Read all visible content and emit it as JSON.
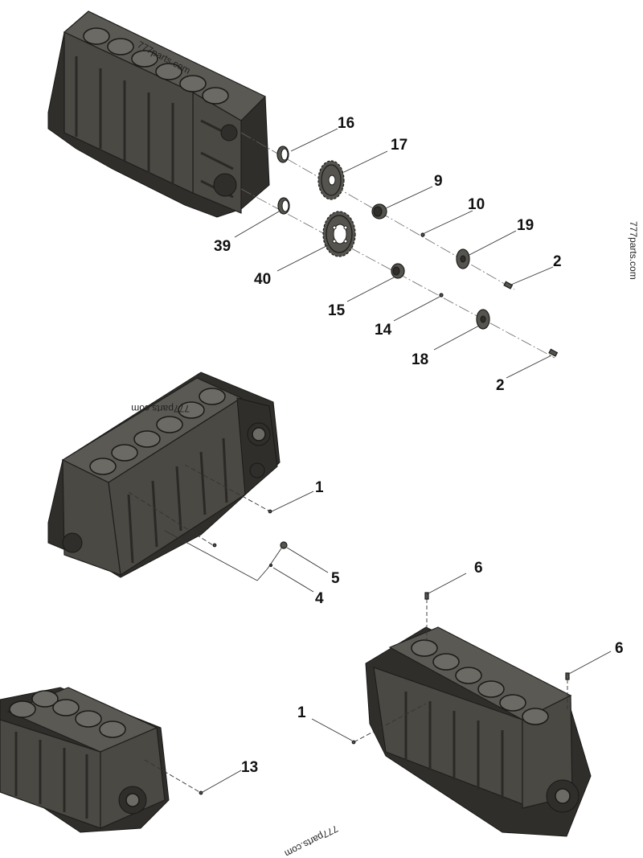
{
  "watermark_text": "777parts.com",
  "colors": {
    "block_body": "#4a4944",
    "block_dark": "#2f2e2b",
    "background": "#ffffff"
  },
  "callouts": {
    "c16": "16",
    "c17": "17",
    "c9": "9",
    "c10": "10",
    "c19": "19",
    "c2a": "2",
    "c39": "39",
    "c40": "40",
    "c15": "15",
    "c14": "14",
    "c18": "18",
    "c2b": "2",
    "c1a": "1",
    "c5": "5",
    "c4": "4",
    "c6a": "6",
    "c6b": "6",
    "c1b": "1",
    "c13": "13"
  }
}
